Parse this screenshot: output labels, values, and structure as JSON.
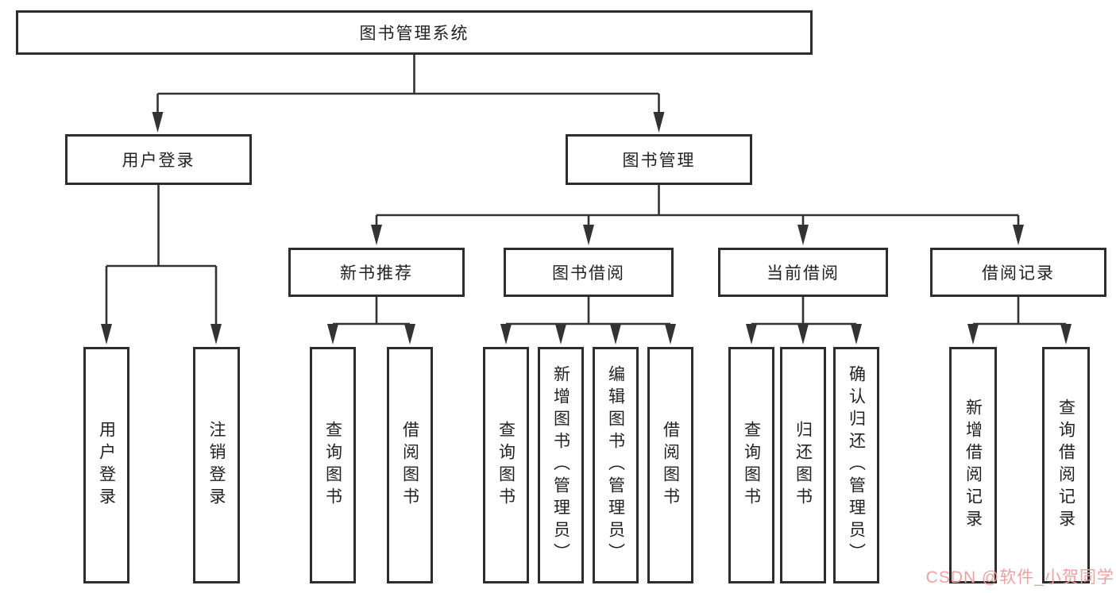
{
  "tree": {
    "root": {
      "label": "图书管理系统"
    },
    "branches": [
      {
        "label": "用户登录",
        "children": [
          {
            "label": "用户登录"
          },
          {
            "label": "注销登录"
          }
        ]
      },
      {
        "label": "图书管理",
        "children": [
          {
            "label": "新书推荐",
            "children": [
              {
                "label": "查询图书"
              },
              {
                "label": "借阅图书"
              }
            ]
          },
          {
            "label": "图书借阅",
            "children": [
              {
                "label": "查询图书"
              },
              {
                "label": "新增图书（管理员）"
              },
              {
                "label": "编辑图书（管理员）"
              },
              {
                "label": "借阅图书"
              }
            ]
          },
          {
            "label": "当前借阅",
            "children": [
              {
                "label": "查询图书"
              },
              {
                "label": "归还图书"
              },
              {
                "label": "确认归还（管理员）"
              }
            ]
          },
          {
            "label": "借阅记录",
            "children": [
              {
                "label": "新增借阅记录"
              },
              {
                "label": "查询借阅记录"
              }
            ]
          }
        ]
      }
    ]
  },
  "watermark": {
    "text": "CSDN @软件_小贺同学"
  },
  "colors": {
    "line": "#333333",
    "border": "#2d2d2d",
    "ink": "#222222",
    "bg": "#ffffff",
    "watermark": "#f0a0a0"
  }
}
